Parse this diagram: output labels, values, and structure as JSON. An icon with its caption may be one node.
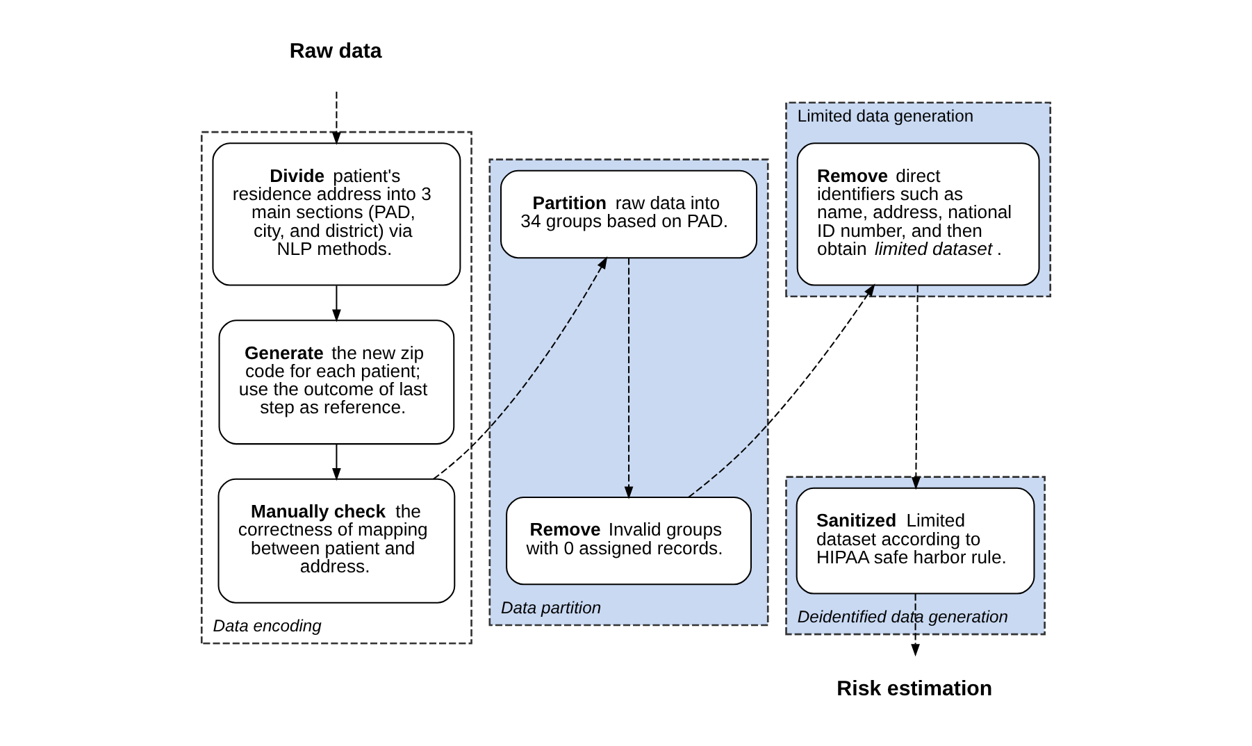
{
  "diagram": {
    "nodes": [
      {
        "text": [
          "Raw data"
        ]
      },
      {
        "text": [
          "Data encoding"
        ]
      },
      {
        "text": [
          "**Divide** patient's residence address into 3 main sections (PAD, city, and district) via NLP methods."
        ],
        "in": 1
      },
      {
        "text": [
          "**Generate** the new zip code for each patient; use the outcome of last step as reference."
        ],
        "in": 1
      },
      {
        "text": [
          "**Manually check** the correctness of mapping between patient and address."
        ],
        "in": 1
      },
      {
        "text": [
          "Data partition"
        ]
      },
      {
        "text": [
          "**Partition** raw data into 34 groups based on PAD."
        ],
        "in": 5
      },
      {
        "text": [
          "**Remove** Invalid groups with 0 assigned records."
        ],
        "in": 5
      },
      {
        "text": [
          "Limited data generation"
        ]
      },
      {
        "text": [
          "**Remove** direct identifiers such as name, address, national ID number, and then obtain *limited dataset*."
        ],
        "in": 8
      },
      {
        "text": [
          "Deidentified data generation"
        ]
      },
      {
        "text": [
          "**Sanitized** Limited dataset according to HIPAA safe harbor rule."
        ],
        "in": 10
      },
      {
        "text": [
          "Risk estimation"
        ]
      }
    ],
    "edges": [
      {
        "from": 0,
        "to": 2,
        "arrow": "to",
        "style": "dashed"
      },
      {
        "from": 2,
        "to": 3,
        "arrow": "to"
      },
      {
        "from": 3,
        "to": 4,
        "arrow": "to"
      },
      {
        "from": 4,
        "to": 6,
        "arrow": "to",
        "style": "dashed"
      },
      {
        "from": 6,
        "to": 7,
        "arrow": "to",
        "style": "dashed"
      },
      {
        "from": 7,
        "to": 9,
        "arrow": "to",
        "style": "dashed"
      },
      {
        "from": 9,
        "to": 11,
        "arrow": "to",
        "style": "dashed"
      },
      {
        "from": 11,
        "to": 12,
        "arrow": "to",
        "style": "dashed"
      }
    ]
  }
}
